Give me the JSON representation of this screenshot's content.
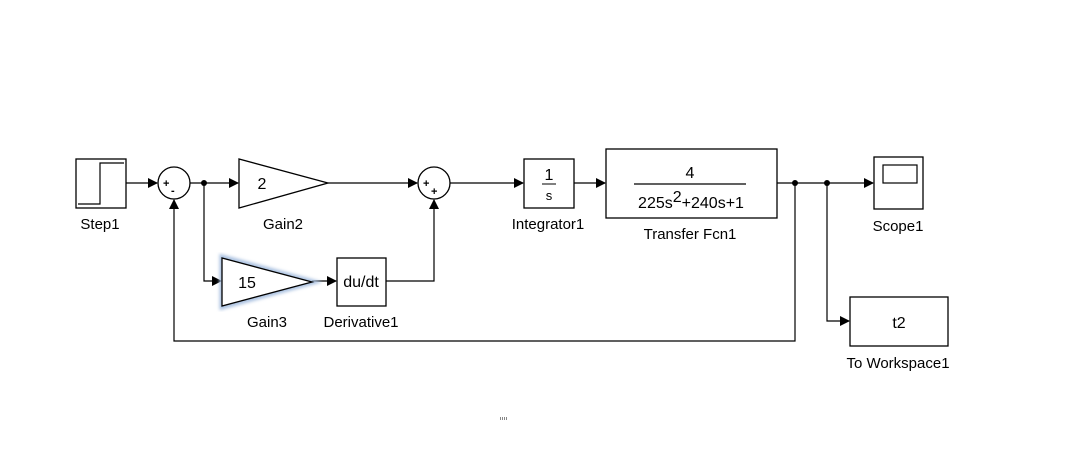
{
  "blocks": {
    "step": {
      "name": "Step1"
    },
    "sum1": {
      "signs": [
        "+",
        "-"
      ]
    },
    "gain2": {
      "name": "Gain2",
      "value": "2"
    },
    "gain3": {
      "name": "Gain3",
      "value": "15",
      "selected": true
    },
    "derivative": {
      "name": "Derivative1",
      "content": "du/dt"
    },
    "sum2": {
      "signs": [
        "+",
        "+"
      ]
    },
    "integrator": {
      "name": "Integrator1",
      "numerator": "1",
      "denominator": "s"
    },
    "transfer_fcn": {
      "name": "Transfer Fcn1",
      "numerator": "4",
      "den_a": "225s",
      "den_exp": "2",
      "den_b": "+240s+1"
    },
    "scope": {
      "name": "Scope1"
    },
    "to_workspace": {
      "name": "To Workspace1",
      "variable": "t2"
    }
  },
  "colors": {
    "selection": "#a8c0e0",
    "line": "#000000"
  }
}
